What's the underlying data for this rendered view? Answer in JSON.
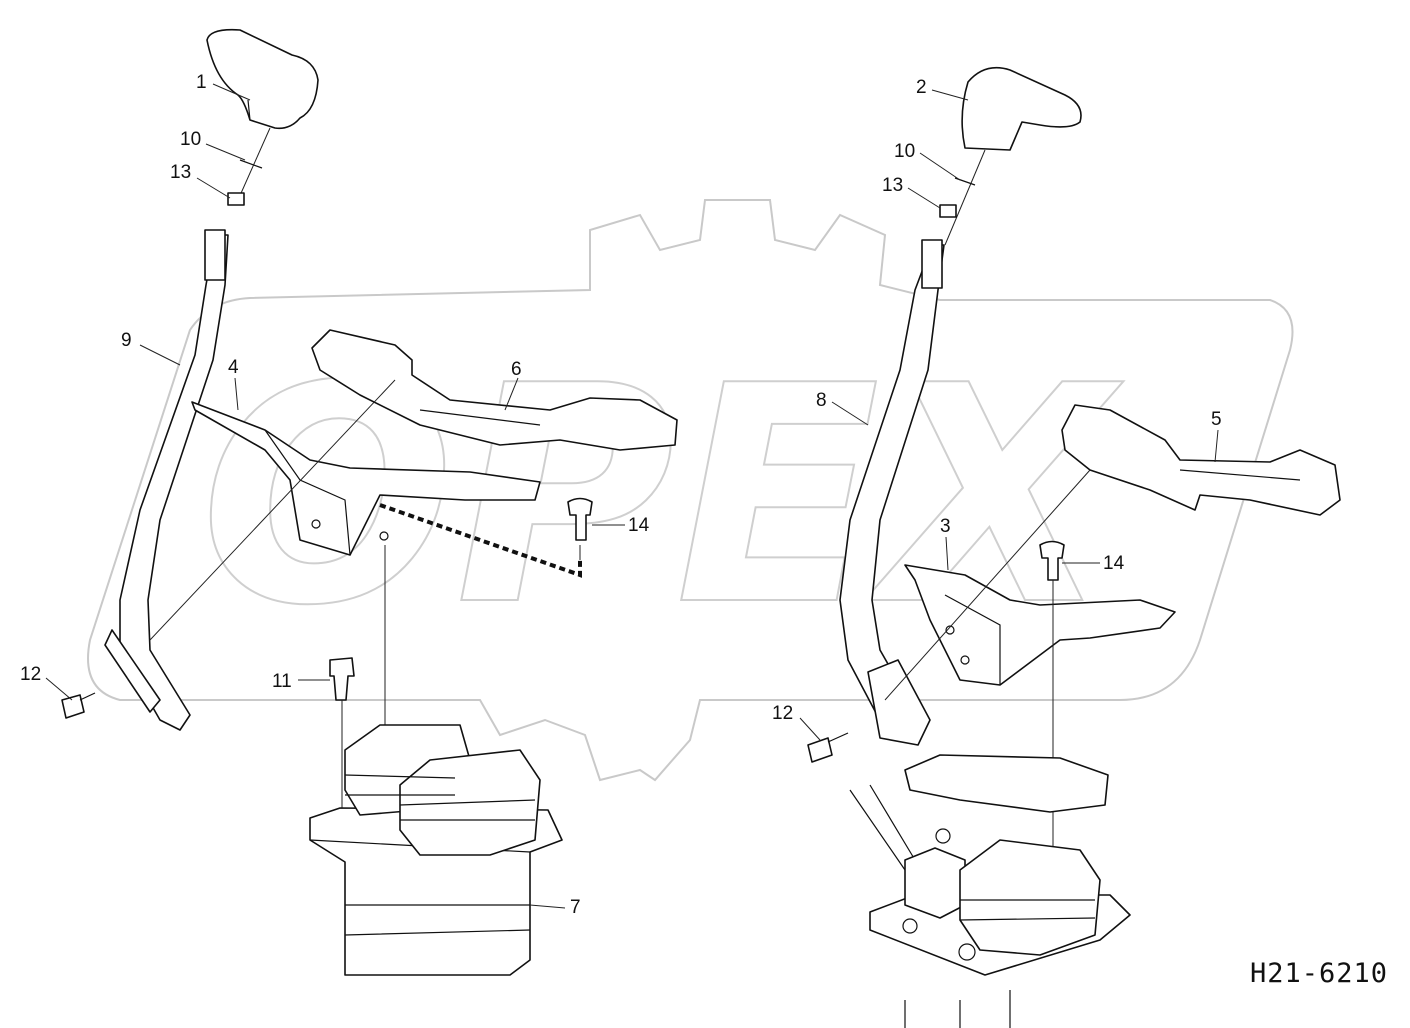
{
  "diagram": {
    "drawing_id": "H21-6210",
    "watermark_text": "OPEX",
    "callouts": [
      {
        "id": "c1",
        "label": "1"
      },
      {
        "id": "c10a",
        "label": "10"
      },
      {
        "id": "c13a",
        "label": "13"
      },
      {
        "id": "c9",
        "label": "9"
      },
      {
        "id": "c4",
        "label": "4"
      },
      {
        "id": "c6",
        "label": "6"
      },
      {
        "id": "c14a",
        "label": "14"
      },
      {
        "id": "c12a",
        "label": "12"
      },
      {
        "id": "c11",
        "label": "11"
      },
      {
        "id": "c7",
        "label": "7"
      },
      {
        "id": "c2",
        "label": "2"
      },
      {
        "id": "c10b",
        "label": "10"
      },
      {
        "id": "c13b",
        "label": "13"
      },
      {
        "id": "c8",
        "label": "8"
      },
      {
        "id": "c5",
        "label": "5"
      },
      {
        "id": "c3",
        "label": "3"
      },
      {
        "id": "c14b",
        "label": "14"
      },
      {
        "id": "c12b",
        "label": "12"
      }
    ]
  }
}
